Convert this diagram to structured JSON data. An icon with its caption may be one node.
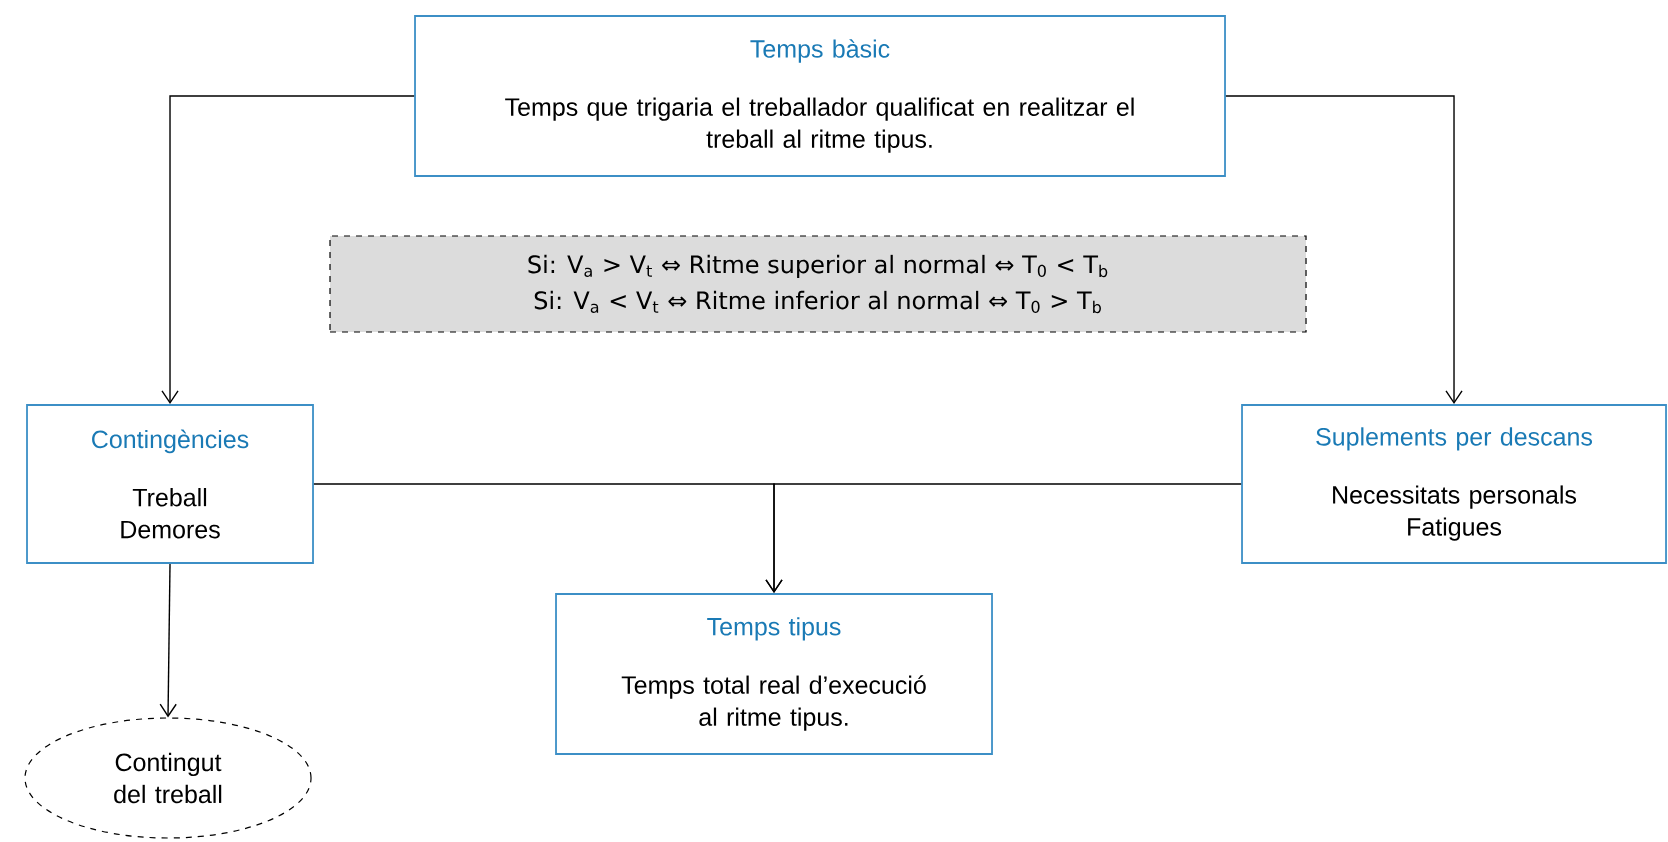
{
  "diagram": {
    "nodes": [
      {
        "text": [
          "Temps bàsic",
          "Temps que trigaria el treballador qualificat en realitzar el treball al ritme tipus."
        ]
      },
      {
        "text": [
          "Si: V$_{a}$ > V$_{t}$ ⇔ Ritme superior al normal ⇔ T$_{0}$ < T$_{b}$",
          "Si: V$_{a}$ < V$_{t}$ ⇔ Ritme inferior al normal ⇔ T$_{0}$ > T$_{b}$"
        ]
      },
      {
        "text": [
          "Contingències",
          "Treball",
          "Demores"
        ]
      },
      {
        "text": [
          "Suplements per descans",
          "Necessitats personals",
          "Fatigues"
        ]
      },
      {
        "text": [
          "Temps tipus",
          "Temps total real d’execució al ritme tipus."
        ]
      },
      {
        "text": [
          "Contingut del treball"
        ]
      }
    ],
    "edges": [
      {
        "from": 0,
        "to": 2,
        "arrow": "to"
      },
      {
        "from": 0,
        "to": 3,
        "arrow": "to"
      },
      {
        "from": 2,
        "to": 4,
        "arrow": "to"
      },
      {
        "from": 3,
        "to": 4,
        "arrow": "to"
      },
      {
        "from": 2,
        "to": 5,
        "arrow": "to"
      }
    ]
  }
}
